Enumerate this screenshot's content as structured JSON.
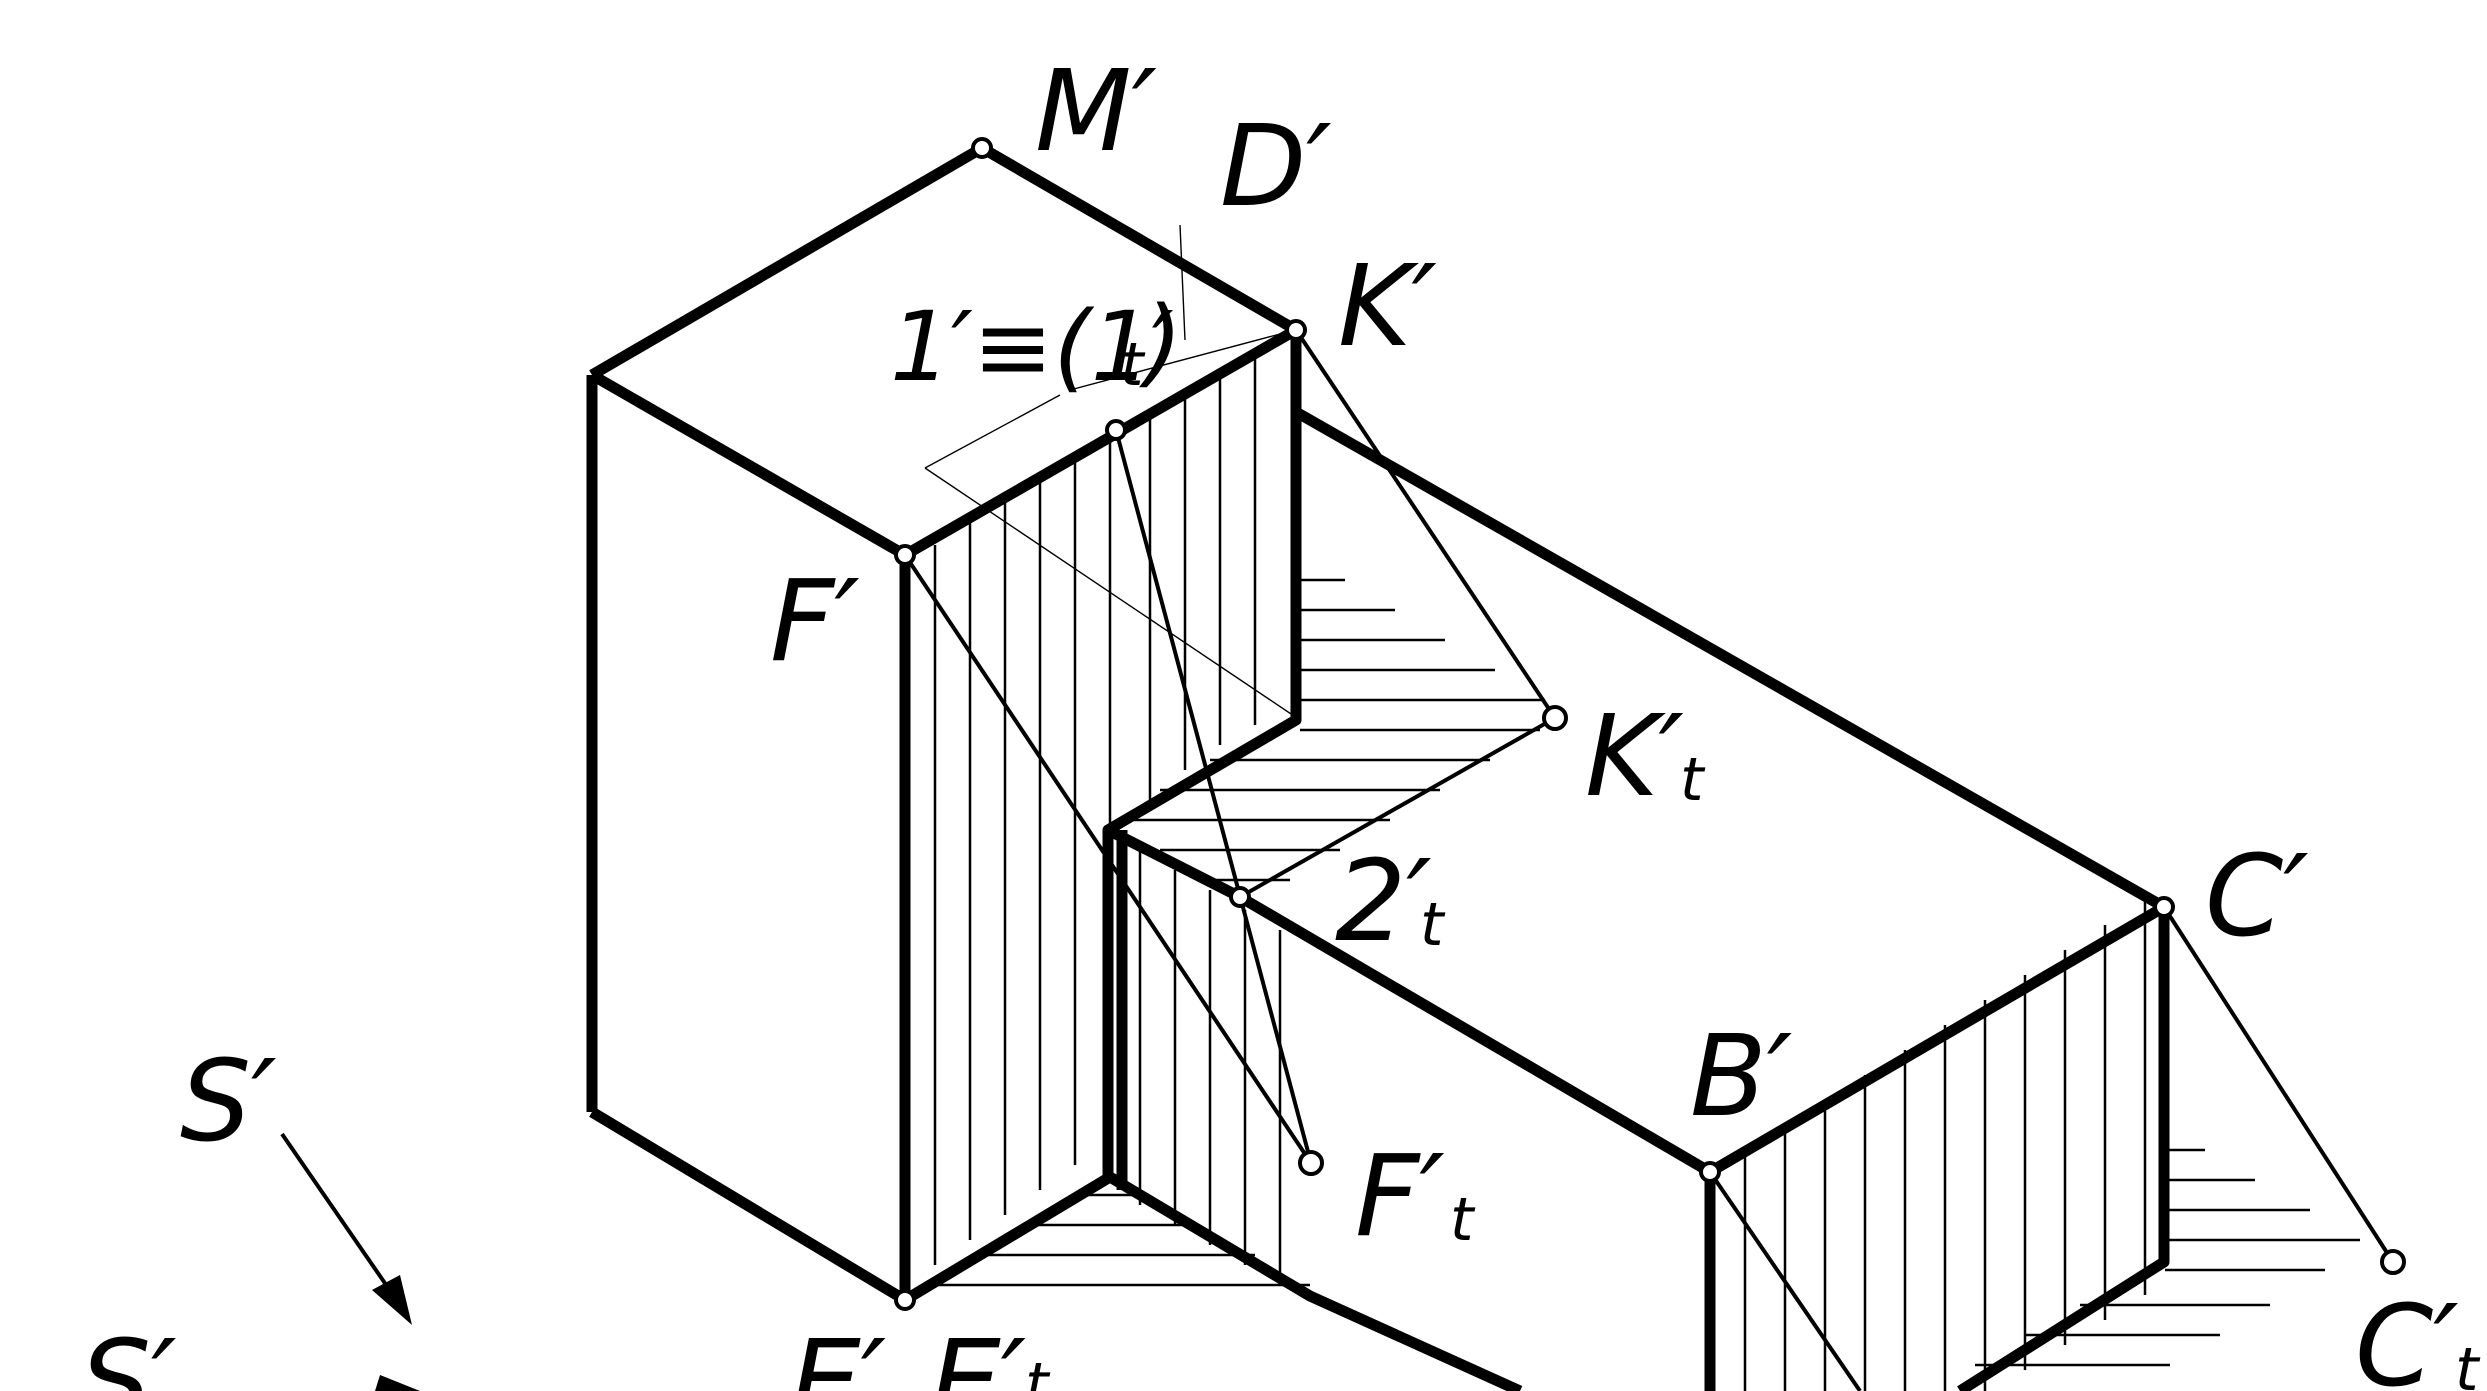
{
  "diagram": {
    "labels": {
      "M": "M′",
      "D": "D′",
      "K": "K′",
      "one": "1′≡(1′",
      "one_sub": "t",
      "one_close": ")",
      "F": "F′",
      "Kt": "K′",
      "Kt_sub": "t",
      "two_t": "2′",
      "two_t_sub": "t",
      "C": "C′",
      "B": "B′",
      "Ft": "F′",
      "Ft_sub": "t",
      "S_upper": "S′",
      "S_lower": "S′",
      "E": "E′",
      "Et": "E′",
      "Et_sub": "t",
      "Ct": "C′",
      "Ct_sub": "t"
    },
    "colors": {
      "line": "#000000",
      "background": "#ffffff"
    }
  }
}
